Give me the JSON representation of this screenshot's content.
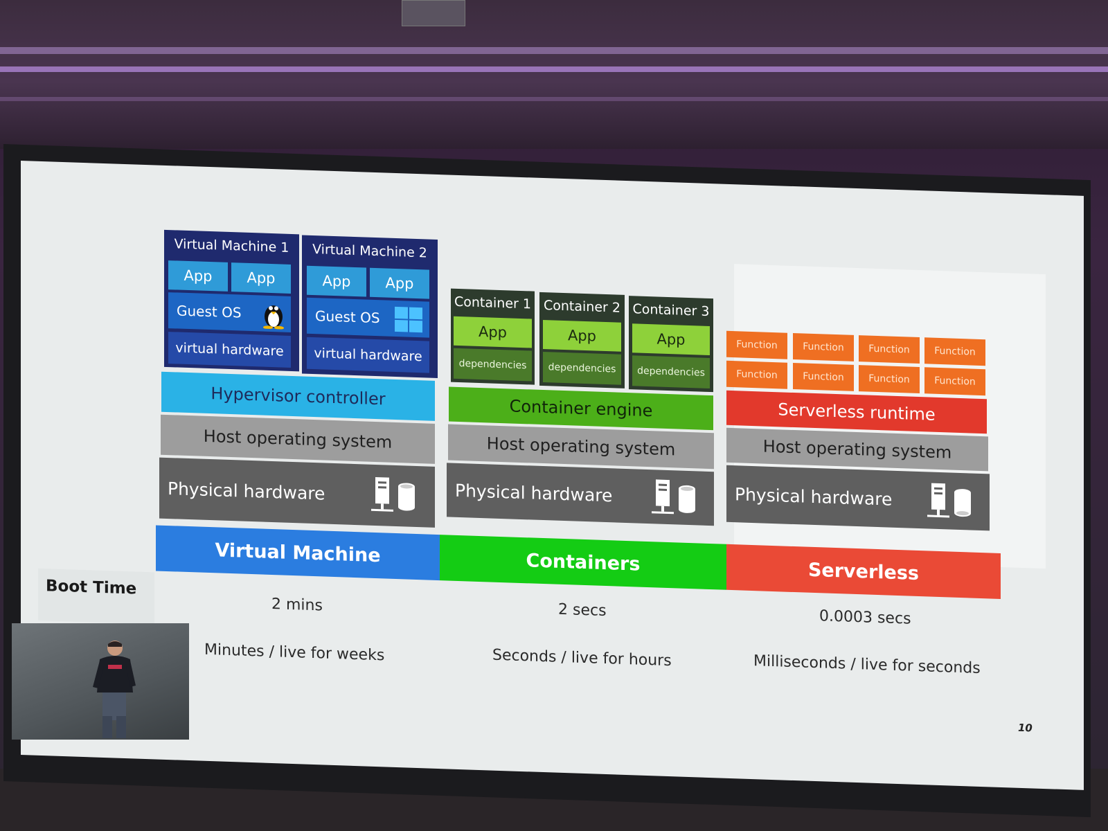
{
  "slide": {
    "page_number": "10",
    "vm_stack": {
      "vm1_title": "Virtual Machine 1",
      "vm2_title": "Virtual Machine 2",
      "app": "App",
      "guest_os": "Guest OS",
      "virtual_hardware": "virtual hardware",
      "hypervisor": "Hypervisor controller",
      "host_os": "Host operating system",
      "physical_hardware": "Physical hardware"
    },
    "container_stack": {
      "titles": [
        "Container 1",
        "Container 2",
        "Container 3"
      ],
      "app": "App",
      "dependencies": "dependencies",
      "engine": "Container engine",
      "host_os": "Host operating system",
      "physical_hardware": "Physical hardware"
    },
    "serverless_stack": {
      "function": "Function",
      "runtime": "Serverless runtime",
      "host_os": "Host operating system",
      "physical_hardware": "Physical hardware"
    },
    "columns": [
      {
        "label": "Virtual Machine",
        "boot": "2 mins",
        "lifetime": "Minutes / live for weeks",
        "color": "#2b7de0"
      },
      {
        "label": "Containers",
        "boot": "2 secs",
        "lifetime": "Seconds / live for hours",
        "color": "#14cc14"
      },
      {
        "label": "Serverless",
        "boot": "0.0003 secs",
        "lifetime": "Milliseconds / live for seconds",
        "color": "#ea4a36"
      }
    ],
    "boot_time_label": "Boot Time"
  },
  "icons": {
    "linux": "linux-tux-icon",
    "windows": "windows-logo-icon",
    "server": "server-icon"
  }
}
